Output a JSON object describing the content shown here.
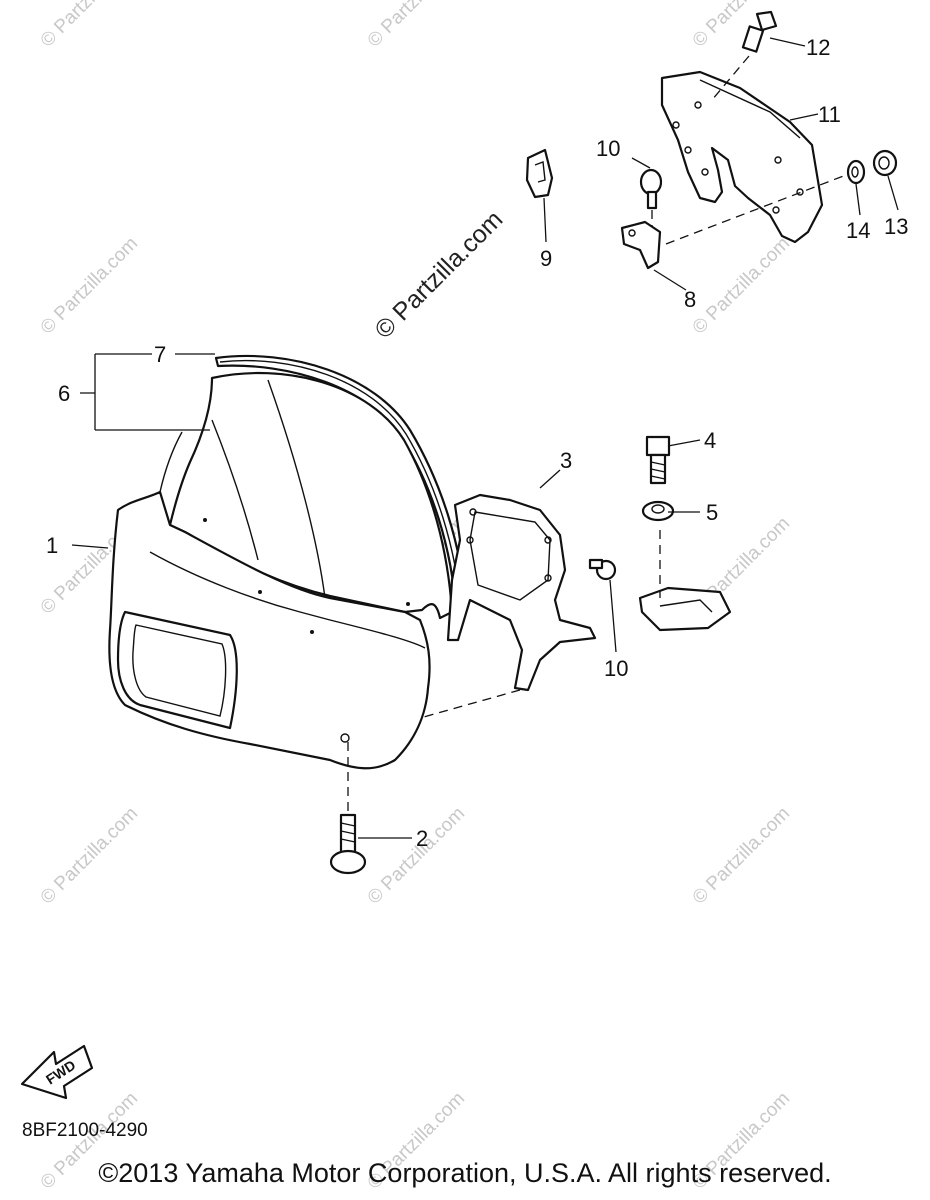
{
  "watermark": {
    "text": "© Partzilla.com",
    "center_text": "© Partzilla.com"
  },
  "callouts": {
    "c1": "1",
    "c2": "2",
    "c3": "3",
    "c4": "4",
    "c5": "5",
    "c6": "6",
    "c7": "7",
    "c8": "8",
    "c9": "9",
    "c10a": "10",
    "c10b": "10",
    "c11": "11",
    "c12": "12",
    "c13": "13",
    "c14": "14"
  },
  "fwd_label": "FWD",
  "diagram_code": "8BF2100-4290",
  "copyright": "©2013 Yamaha Motor Corporation, U.S.A. All rights reserved."
}
